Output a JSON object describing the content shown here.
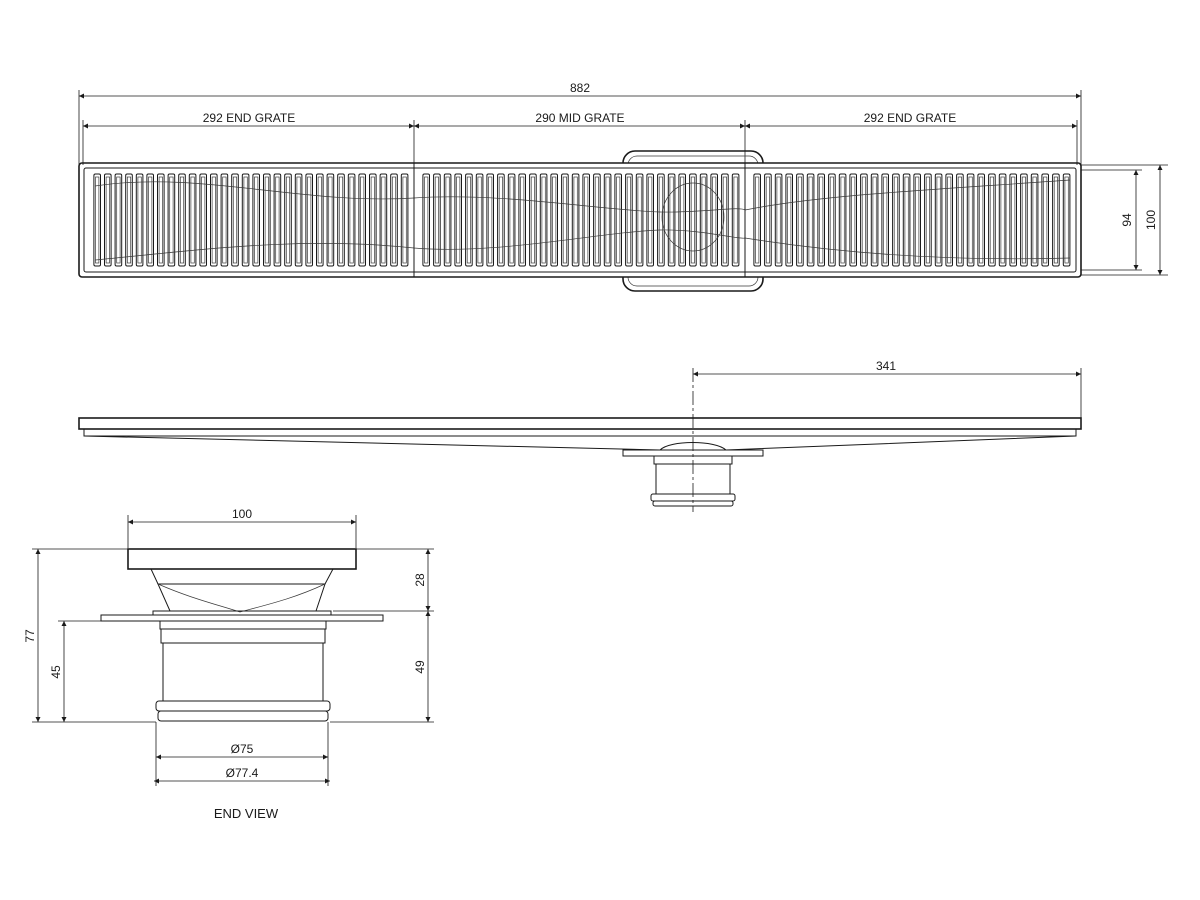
{
  "plan_view": {
    "overall_length": "882",
    "end_grate_left": "292 END GRATE",
    "mid_grate": "290 MID GRATE",
    "end_grate_right": "292 END GRATE",
    "grate_width": "94",
    "overall_width": "100",
    "slot_count_per_grate": 30
  },
  "side_view": {
    "outlet_offset": "341"
  },
  "end_view": {
    "top_width": "100",
    "total_height": "77",
    "outlet_height": "45",
    "body_height": "28",
    "lower_height": "49",
    "outlet_diameter": "Ø75",
    "outer_diameter": "Ø77.4",
    "caption": "END VIEW"
  }
}
